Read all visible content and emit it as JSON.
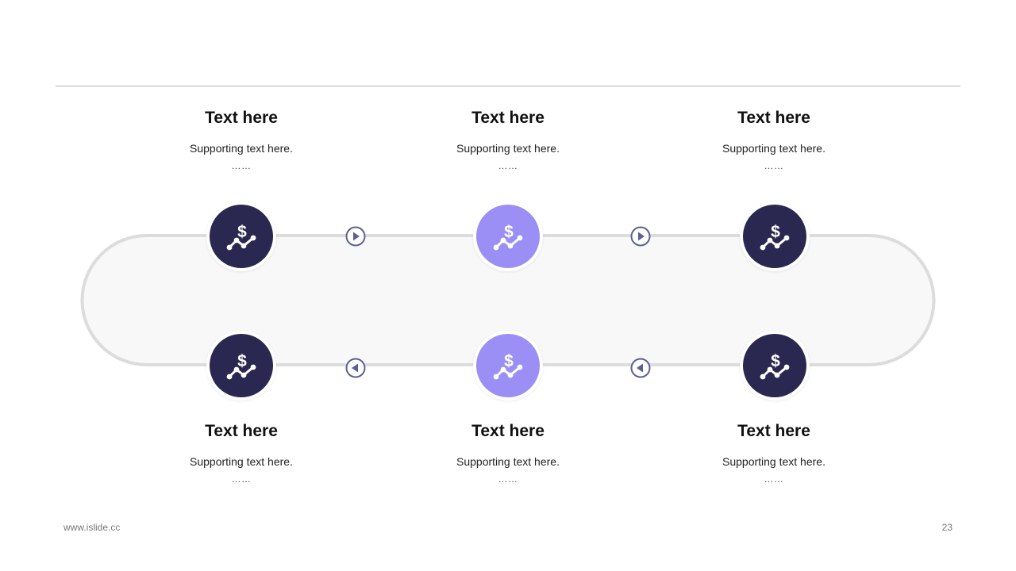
{
  "colors": {
    "dark": "#2a2850",
    "light": "#9b8ff5",
    "track": "#dcdcdc",
    "track_fill": "#f8f8f8",
    "arrow": "#5b6099"
  },
  "steps": [
    {
      "title": "Text here",
      "sub": "Supporting text here.",
      "dots": "……",
      "icon": "dollar-chart-icon",
      "tone": "dark"
    },
    {
      "title": "Text here",
      "sub": "Supporting text here.",
      "dots": "……",
      "icon": "dollar-chart-icon",
      "tone": "light"
    },
    {
      "title": "Text here",
      "sub": "Supporting text here.",
      "dots": "……",
      "icon": "dollar-chart-icon",
      "tone": "dark"
    },
    {
      "title": "Text here",
      "sub": "Supporting text here.",
      "dots": "……",
      "icon": "dollar-chart-icon",
      "tone": "dark"
    },
    {
      "title": "Text here",
      "sub": "Supporting text here.",
      "dots": "……",
      "icon": "dollar-chart-icon",
      "tone": "light"
    },
    {
      "title": "Text here",
      "sub": "Supporting text here.",
      "dots": "……",
      "icon": "dollar-chart-icon",
      "tone": "dark"
    }
  ],
  "footer": {
    "website": "www.islide.cc",
    "page_number": "23"
  }
}
